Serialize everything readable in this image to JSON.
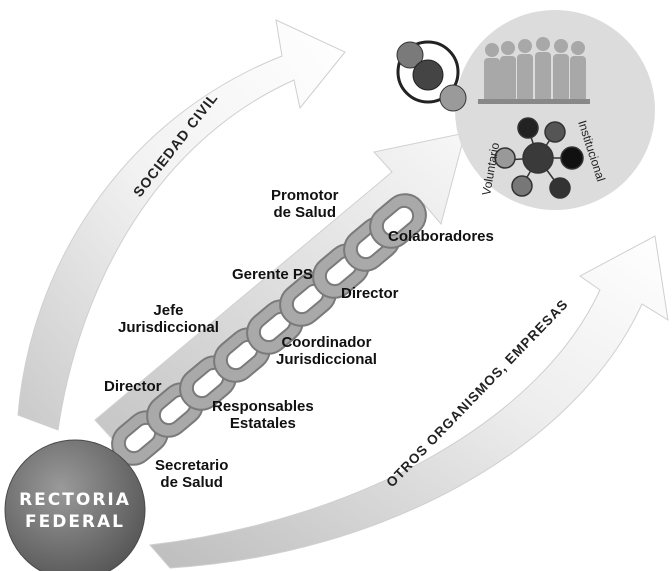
{
  "arrows": {
    "top": "SOCIEDAD CIVIL",
    "bottom": "OTROS ORGANISMOS, EMPRESAS"
  },
  "hub": {
    "line1": "RECTORIA",
    "line2": "FEDERAL"
  },
  "chain_labels": {
    "promotor": "Promotor\nde Salud",
    "colaboradores": "Colaboradores",
    "gerente": "Gerente PS",
    "director_top": "Director",
    "jefe": "Jefe\nJurisdiccional",
    "coordinador": "Coordinador\nJurisdiccional",
    "director_bottom": "Director",
    "responsables": "Responsables\nEstatales",
    "secretario": "Secretario\nde Salud"
  },
  "inset": {
    "voluntario": "Voluntario",
    "institucional": "Institucional"
  },
  "colors": {
    "arrow_light": "#f4f4f4",
    "arrow_dark": "#b5b5b5",
    "chain": "#a9a9a9",
    "hub_dark": "#6e6e6e",
    "inset_bg": "#dcdcdc"
  }
}
